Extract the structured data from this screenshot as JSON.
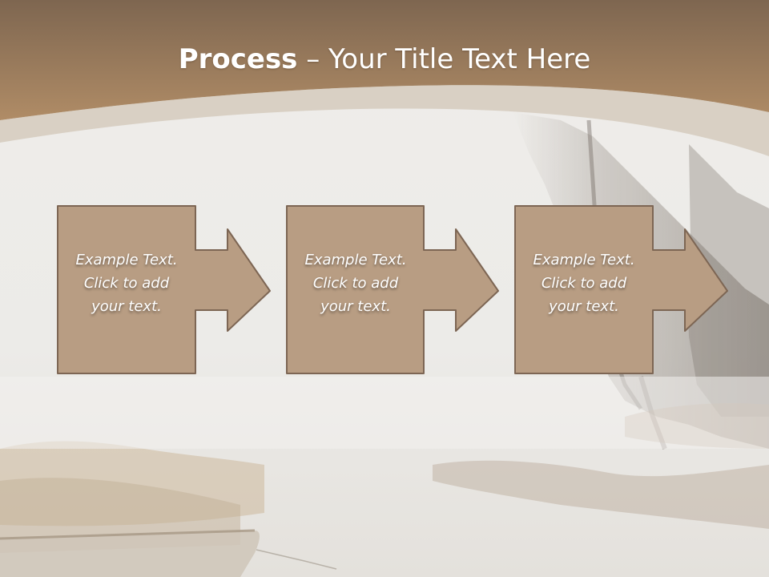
{
  "slide": {
    "title_bold": "Process",
    "title_rest": " – Your Title Text Here"
  },
  "steps": [
    {
      "line1": "Example Text.",
      "line2": "Click  to add",
      "line3": "your text."
    },
    {
      "line1": "Example Text.",
      "line2": "Click  to add",
      "line3": "your text."
    },
    {
      "line1": "Example Text.",
      "line2": "Click  to add",
      "line3": "your text."
    }
  ],
  "colors": {
    "header_brown": "#a0805e",
    "box_fill": "#b89d83",
    "box_border": "#7d6654",
    "title_text": "#ffffff"
  }
}
